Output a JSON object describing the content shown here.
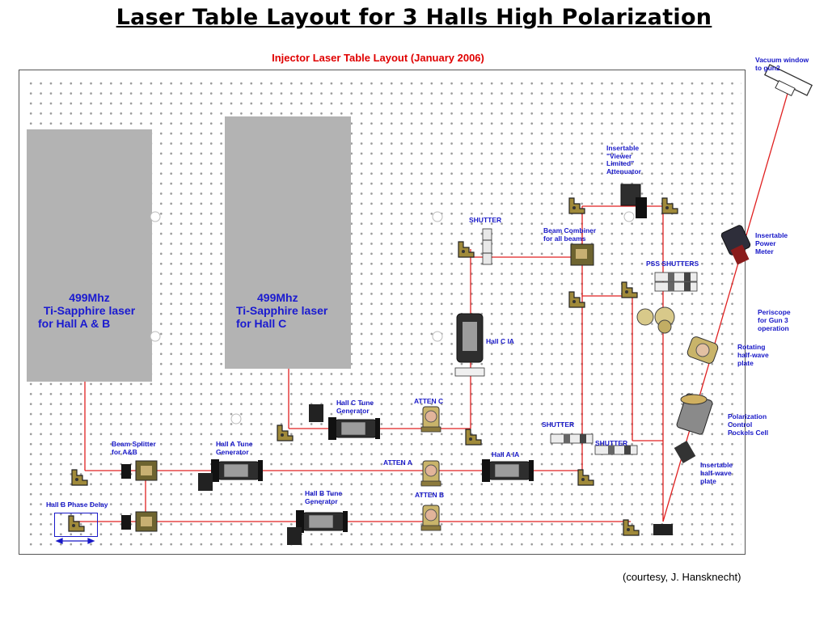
{
  "slide_title": "Laser Table Layout for 3 Halls High Polarization",
  "diagram_title": "Injector Laser Table Layout (January 2006)",
  "lasers": {
    "ab": [
      "499Mhz",
      "Ti-Sapphire laser",
      "for Hall A & B"
    ],
    "c": [
      "499Mhz",
      "Ti-Sapphire laser",
      "for Hall C"
    ]
  },
  "labels": {
    "shutter_top": "SHUTTER",
    "beam_combiner": [
      "Beam Combiner",
      "for all beams"
    ],
    "viewer_attenuator": [
      "Insertable",
      "\"Viewer",
      "Limited\"",
      "Attenuator"
    ],
    "pss_shutters": "PSS SHUTTERS",
    "hall_c_ia": "Hall C IA",
    "hall_c_tune": [
      "Hall C Tune",
      "Generator"
    ],
    "atten_c": "ATTEN C",
    "beam_splitter": [
      "Beam Splitter",
      "for A&B"
    ],
    "hall_a_tune": [
      "Hall A Tune",
      "Generator"
    ],
    "atten_a": "ATTEN A",
    "hall_a_ia": "Hall A IA",
    "shutter_mid": "SHUTTER",
    "shutter_low": "SHUTTER",
    "hall_b_tune": [
      "Hall B Tune",
      "Generator"
    ],
    "atten_b": "ATTEN B",
    "hall_b_phase": "Hall B Phase Delay"
  },
  "outside_labels": {
    "vacuum_window": [
      "Vacuum window",
      "to gun2"
    ],
    "power_meter": [
      "Insertable",
      "Power",
      "Meter"
    ],
    "periscope": [
      "Periscope",
      "for Gun 3",
      "operation"
    ],
    "rotating_hwp": [
      "Rotating",
      "half-wave",
      "plate"
    ],
    "pockels": [
      "Polarization",
      "Control",
      "Pockels Cell"
    ],
    "insertable_hwp": [
      "Insertable",
      "half-wave",
      "plate"
    ]
  },
  "courtesy": "(courtesy, J. Hansknecht)",
  "colors": {
    "beam": "#e02020",
    "label": "#1818c8",
    "title_red": "#e00000",
    "laser_box": "#b3b3b3"
  }
}
